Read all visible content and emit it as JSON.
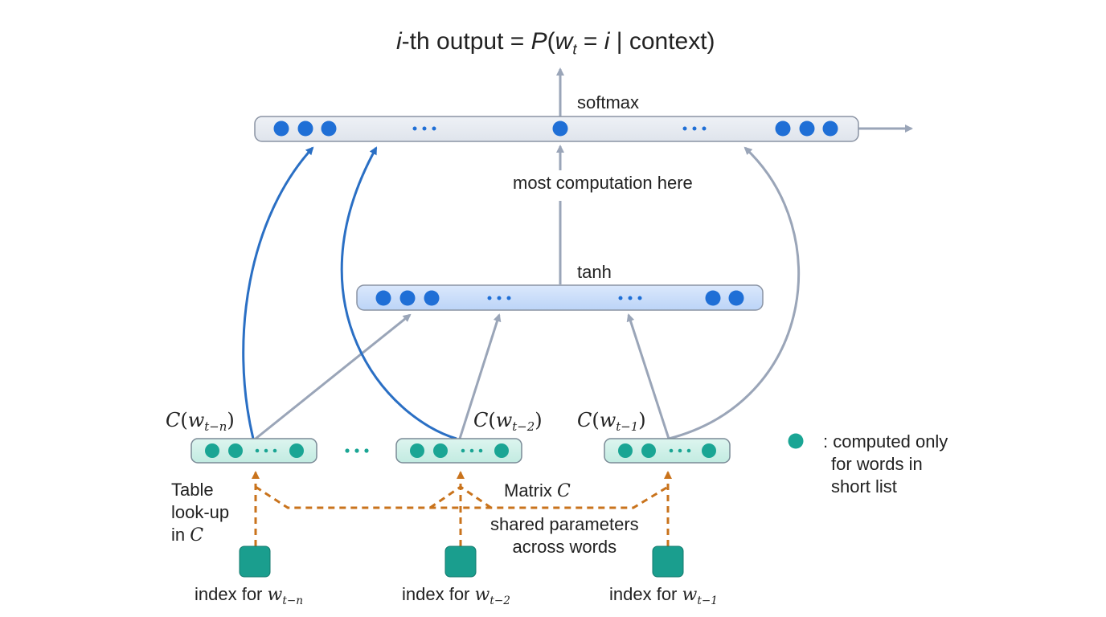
{
  "title": {
    "prefix": "i",
    "mid": "-th output = ",
    "P": "P",
    "open": "(",
    "w": "w",
    "sub": "t",
    "rest": " = ",
    "i": "i",
    "tail": " | context)"
  },
  "softmax_label": "softmax",
  "most_computation_label": "most computation here",
  "tanh_label": "tanh",
  "embeddings": [
    {
      "func": "C",
      "w": "w",
      "sub": "t−n",
      "index_prefix": "index for ",
      "index_w": "w",
      "index_sub": "t−n"
    },
    {
      "func": "C",
      "w": "w",
      "sub": "t−2",
      "index_prefix": "index for ",
      "index_w": "w",
      "index_sub": "t−2"
    },
    {
      "func": "C",
      "w": "w",
      "sub": "t−1",
      "index_prefix": "index for ",
      "index_w": "w",
      "index_sub": "t−1"
    }
  ],
  "between_ellipsis": "···",
  "table_lookup": {
    "line1": "Table",
    "line2": "look-up",
    "line3_prefix": "in ",
    "line3_var": "C"
  },
  "matrix": {
    "prefix": "Matrix ",
    "var": "C"
  },
  "shared": {
    "line1": "shared parameters",
    "line2": "across words"
  },
  "legend": {
    "line1": ": computed only",
    "line2": "for words in",
    "line3": "short list"
  },
  "colors": {
    "blue_node": "#1f6fd6",
    "teal_node": "#1aa594",
    "teal_box": "#1a9e8e",
    "orange": "#c9731c",
    "gray_arrow": "#9aa5b8",
    "blue_arrow": "#2a6fc4",
    "softmax_bar_fill": "#e4e8f0",
    "tanh_bar_fill": "#c8dcfa",
    "emb_fill": "#cdeee6"
  }
}
